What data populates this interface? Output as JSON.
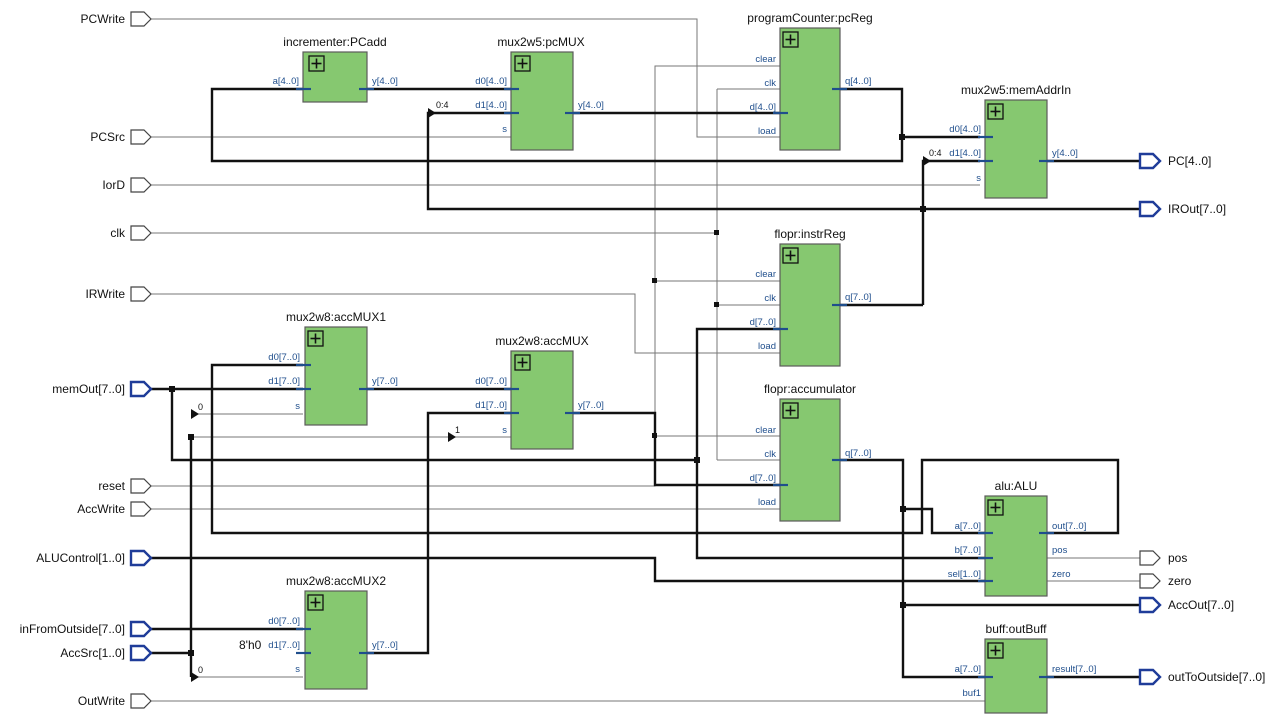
{
  "input_ports": {
    "pcwrite": "PCWrite",
    "pcsrc": "PCSrc",
    "iord": "IorD",
    "clk": "clk",
    "irwrite": "IRWrite",
    "memout": "memOut[7..0]",
    "reset": "reset",
    "accwrite": "AccWrite",
    "alucontrol": "ALUControl[1..0]",
    "infromoutside": "inFromOutside[7..0]",
    "accsrc": "AccSrc[1..0]",
    "outwrite": "OutWrite"
  },
  "output_ports": {
    "pc": "PC[4..0]",
    "irout": "IROut[7..0]",
    "pos": "pos",
    "zero": "zero",
    "accout": "AccOut[7..0]",
    "outtooutside": "outToOutside[7..0]"
  },
  "blocks": {
    "pcadd": {
      "name": "incrementer:PCadd",
      "pins": {
        "a": "a[4..0]",
        "y": "y[4..0]"
      }
    },
    "pcmux": {
      "name": "mux2w5:pcMUX",
      "pins": {
        "d0": "d0[4..0]",
        "d1": "d1[4..0]",
        "s": "s",
        "y": "y[4..0]"
      }
    },
    "pcreg": {
      "name": "programCounter:pcReg",
      "pins": {
        "clear": "clear",
        "clk": "clk",
        "d": "d[4..0]",
        "load": "load",
        "q": "q[4..0]"
      }
    },
    "memaddrin": {
      "name": "mux2w5:memAddrIn",
      "pins": {
        "d0": "d0[4..0]",
        "d1": "d1[4..0]",
        "s": "s",
        "y": "y[4..0]"
      }
    },
    "instrreg": {
      "name": "flopr:instrReg",
      "pins": {
        "clear": "clear",
        "clk": "clk",
        "d": "d[7..0]",
        "load": "load",
        "q": "q[7..0]"
      }
    },
    "accmux1": {
      "name": "mux2w8:accMUX1",
      "pins": {
        "d0": "d0[7..0]",
        "d1": "d1[7..0]",
        "s": "s",
        "y": "y[7..0]"
      }
    },
    "accmux": {
      "name": "mux2w8:accMUX",
      "pins": {
        "d0": "d0[7..0]",
        "d1": "d1[7..0]",
        "s": "s",
        "y": "y[7..0]"
      }
    },
    "accumulator": {
      "name": "flopr:accumulator",
      "pins": {
        "clear": "clear",
        "clk": "clk",
        "d": "d[7..0]",
        "load": "load",
        "q": "q[7..0]"
      }
    },
    "alu": {
      "name": "alu:ALU",
      "pins": {
        "a": "a[7..0]",
        "b": "b[7..0]",
        "sel": "sel[1..0]",
        "out": "out[7..0]",
        "pos": "pos",
        "zero": "zero"
      }
    },
    "accmux2": {
      "name": "mux2w8:accMUX2",
      "pins": {
        "d0": "d0[7..0]",
        "d1": "d1[7..0]",
        "s": "s",
        "y": "y[7..0]"
      }
    },
    "outbuff": {
      "name": "buff:outBuff",
      "pins": {
        "a": "a[7..0]",
        "buf": "buf1",
        "result": "result[7..0]"
      }
    }
  },
  "annotations": {
    "pcmux_d1_tap": "0:4",
    "memaddrin_d1_tap": "0:4",
    "accmux1_s_tap": "0",
    "accmux_s_tap": "1",
    "accmux2_s_tap": "0",
    "accmux2_const": "8'h0"
  }
}
